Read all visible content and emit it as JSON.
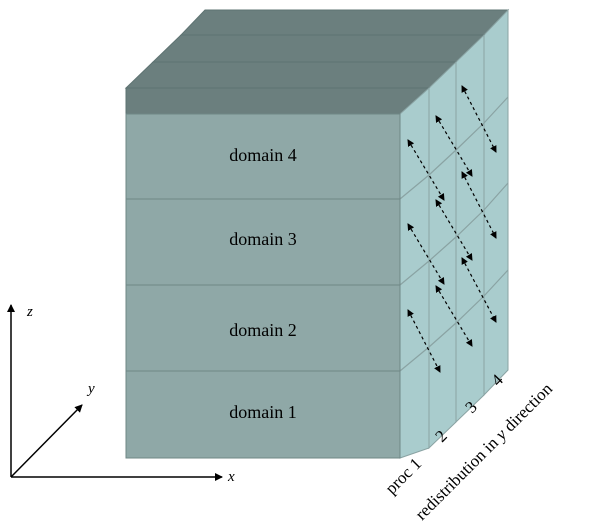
{
  "domains": [
    {
      "label": "domain 4"
    },
    {
      "label": "domain 3"
    },
    {
      "label": "domain 2"
    },
    {
      "label": "domain 1"
    }
  ],
  "axes": {
    "z": "z",
    "y": "y",
    "x": "x"
  },
  "procs": [
    "proc 1",
    "2",
    "3",
    "4"
  ],
  "redistribution": {
    "prefix": "redistribution in ",
    "var": "y",
    "suffix": " direction"
  },
  "colors": {
    "front": "#8fa8a7",
    "top": "#6b7f7e",
    "side": "#a9cccd",
    "edge": "#5e7372"
  }
}
